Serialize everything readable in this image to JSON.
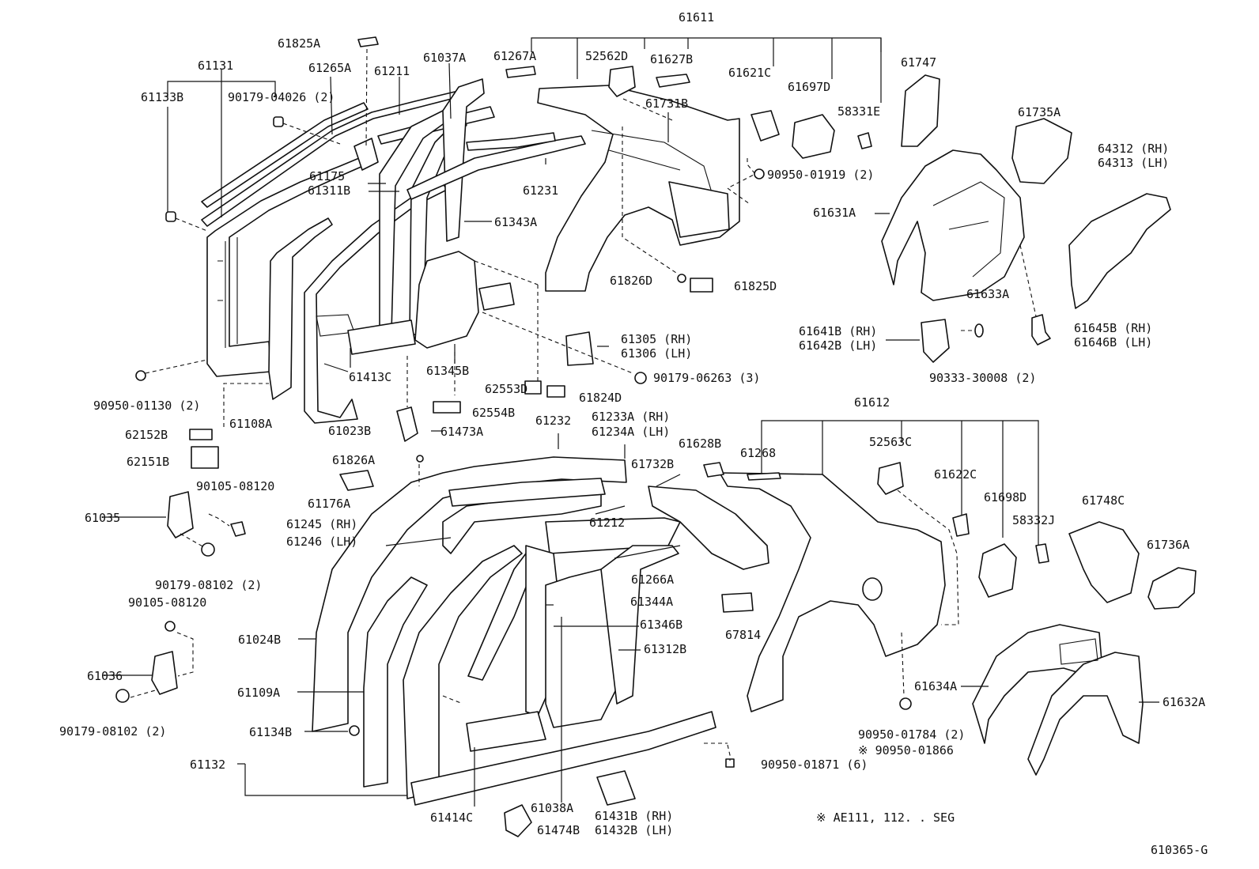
{
  "diagram": {
    "labels": {
      "p61611": "61611",
      "p61825A": "61825A",
      "p61131": "61131",
      "p61265A": "61265A",
      "p61211": "61211",
      "p61037A": "61037A",
      "p61267A": "61267A",
      "p52562D": "52562D",
      "p61627B": "61627B",
      "p61621C": "61621C",
      "p61697D": "61697D",
      "p61747": "61747",
      "p61133B": "61133B",
      "p90179_04026": "90179-04026 (2)",
      "p61731B": "61731B",
      "p58331E": "58331E",
      "p61735A": "61735A",
      "p64312": "64312 (RH)",
      "p64313": "64313 (LH)",
      "p61175": "61175",
      "p61311B": "61311B",
      "p61231": "61231",
      "p90950_01919": "90950-01919 (2)",
      "p61631A": "61631A",
      "p61343A": "61343A",
      "p61826D": "61826D",
      "p61825D": "61825D",
      "p61633A": "61633A",
      "p61641B": "61641B (RH)",
      "p61642B": "61642B (LH)",
      "p61645B": "61645B (RH)",
      "p61646B": "61646B (LH)",
      "p61305": "61305 (RH)",
      "p61306": "61306 (LH)",
      "p61413C": "61413C",
      "p61345B": "61345B",
      "p90179_06263": "90179-06263 (3)",
      "p90333_30008": "90333-30008 (2)",
      "p90950_01130": "90950-01130 (2)",
      "p61108A": "61108A",
      "p61023B": "61023B",
      "p62553D": "62553D",
      "p61824D": "61824D",
      "p62554B": "62554B",
      "p61612": "61612",
      "p62152B": "62152B",
      "p61473A": "61473A",
      "p61232": "61232",
      "p61233A": "61233A (RH)",
      "p61234A": "61234A (LH)",
      "p52563C": "52563C",
      "p61628B": "61628B",
      "p61268": "61268",
      "p62151B": "62151B",
      "p61826A": "61826A",
      "p61732B": "61732B",
      "p61622C": "61622C",
      "p61698D": "61698D",
      "p61748C": "61748C",
      "p90105_08120a": "90105-08120",
      "p61176A": "61176A",
      "p58332J": "58332J",
      "p61736A": "61736A",
      "p61035": "61035",
      "p61245": "61245 (RH)",
      "p61246": "61246 (LH)",
      "p61212": "61212",
      "p90179_08102a": "90179-08102 (2)",
      "p61266A": "61266A",
      "p90105_08120b": "90105-08120",
      "p61344A": "61344A",
      "p67814": "67814",
      "p61346B": "61346B",
      "p61024B": "61024B",
      "p61312B": "61312B",
      "p61634A": "61634A",
      "p61036": "61036",
      "p61109A": "61109A",
      "p61632A": "61632A",
      "p90179_08102b": "90179-08102 (2)",
      "p90950_01784": "90950-01784 (2)",
      "p90950_01866": "※ 90950-01866",
      "p61134B": "61134B",
      "p61132": "61132",
      "p90950_01871": "90950-01871 (6)",
      "p61038A": "61038A",
      "p61431B": "61431B (RH)",
      "p61414C": "61414C",
      "p61474B": "61474B",
      "p61432B": "61432B (LH)",
      "note": "※  AE111, 112. . SEG",
      "drawing_id": "610365-G"
    }
  }
}
